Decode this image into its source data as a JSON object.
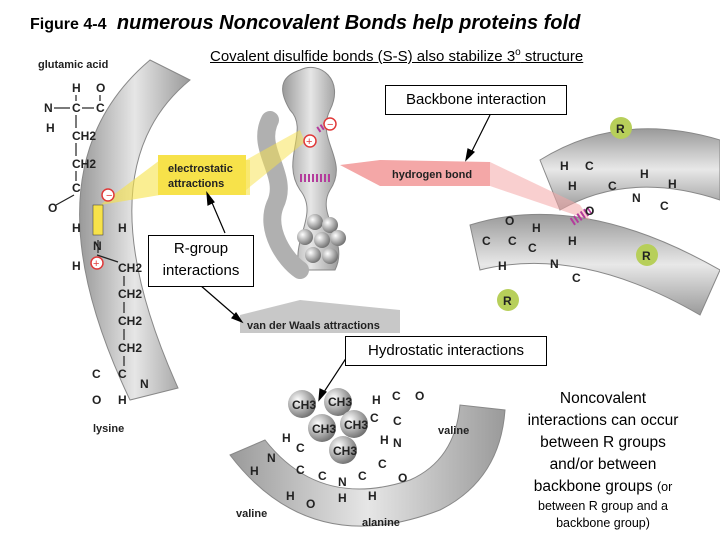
{
  "title": {
    "figure_label": "Figure 4-4",
    "main": "numerous Noncovalent Bonds help proteins fold"
  },
  "subtitle_covalent": "Covalent disulfide bonds (S-S) also stabilize 3",
  "subtitle_sup": "o",
  "subtitle_tail": " structure",
  "boxes": {
    "backbone": "Backbone interaction",
    "rgroup_line1": "R-group",
    "rgroup_line2": "interactions",
    "hydrostatic": "Hydrostatic interactions"
  },
  "note": {
    "l1": "Noncovalent",
    "l2": "interactions can occur",
    "l3": "between R groups",
    "l4": "and/or between",
    "l5": "backbone groups",
    "l5b": "(or",
    "l6": "between R group and  a",
    "l7": "backbone group)"
  },
  "figure_labels": {
    "glutamic_acid": "glutamic acid",
    "lysine": "lysine",
    "electrostatic_1": "electrostatic",
    "electrostatic_2": "attractions",
    "hydrogen_bond": "hydrogen bond",
    "vdw": "van der Waals attractions",
    "valine_right": "valine",
    "valine_bottom": "valine",
    "alanine": "alanine"
  },
  "chem": {
    "H": "H",
    "N": "N",
    "C": "C",
    "O": "O",
    "R": "R",
    "CH2": "CH2",
    "CH3": "CH3",
    "plus": "+",
    "minus": "−"
  },
  "colors": {
    "ribbon_gray": "#c8c8c8",
    "label_pink": "#f4a7a7",
    "label_yellow": "#f7e24a",
    "r_badge_green": "#b7cf5a",
    "charge_red": "#e03a3a",
    "hbond_purple": "#b43c9c"
  }
}
